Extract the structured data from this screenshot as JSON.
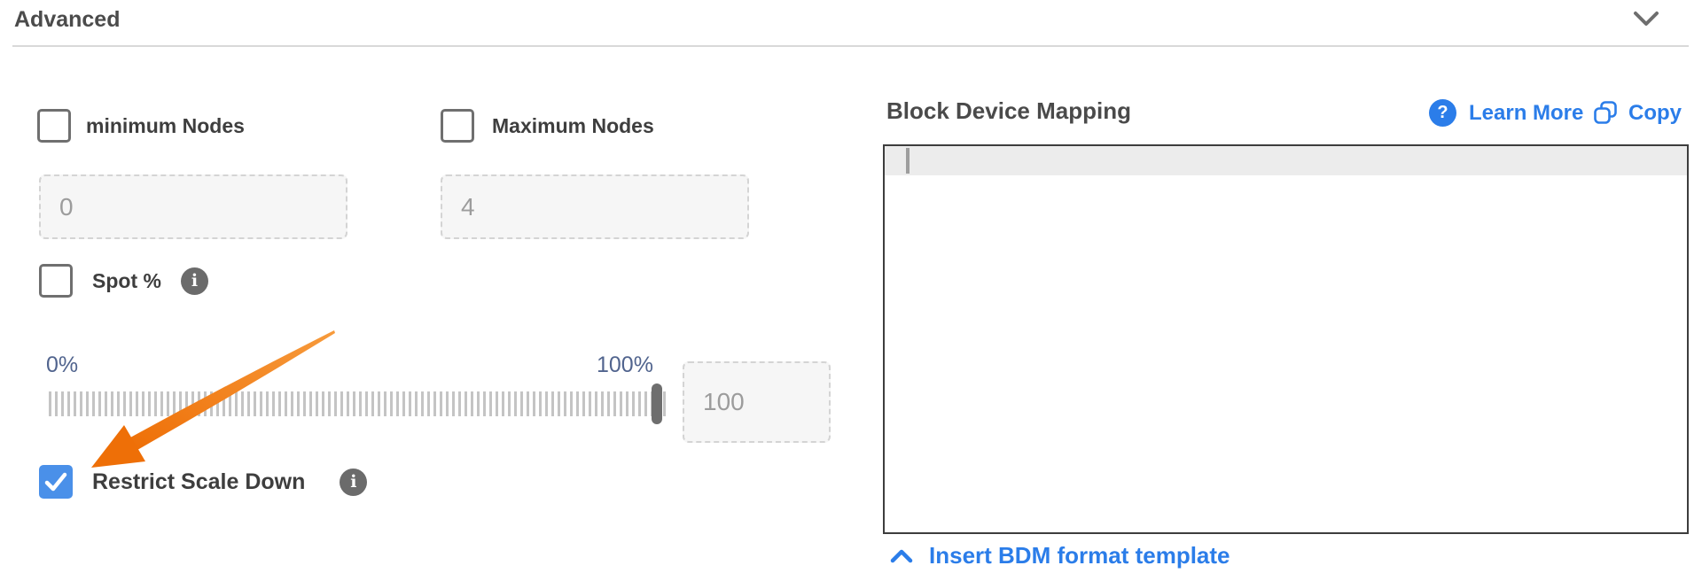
{
  "header": {
    "title": "Advanced",
    "state": "expanded"
  },
  "form": {
    "min_nodes": {
      "label": "minimum Nodes",
      "checked": false,
      "value": "0"
    },
    "max_nodes": {
      "label": "Maximum Nodes",
      "checked": false,
      "value": "4"
    },
    "spot": {
      "label": "Spot %",
      "checked": false
    },
    "slider": {
      "min_label": "0%",
      "max_label": "100%",
      "value": 100,
      "value_input": "100"
    },
    "restrict_scale_down": {
      "label": "Restrict Scale Down",
      "checked": true
    }
  },
  "bdm_panel": {
    "title": "Block Device Mapping",
    "learn_more": "Learn More",
    "copy": "Copy",
    "editor_content": "",
    "insert_template": "Insert BDM format template"
  },
  "icons": {
    "info_glyph": "i",
    "help_glyph": "?"
  },
  "colors": {
    "link_blue": "#2b7de9",
    "checked_checkbox_blue": "#4a90e9",
    "annotation_arrow_orange": "#f0760f",
    "slider_label_blue": "#51648e",
    "label_gray": "#3e3e3e",
    "editor_border": "#3d3d3d",
    "active_line_bg": "#ececec"
  }
}
